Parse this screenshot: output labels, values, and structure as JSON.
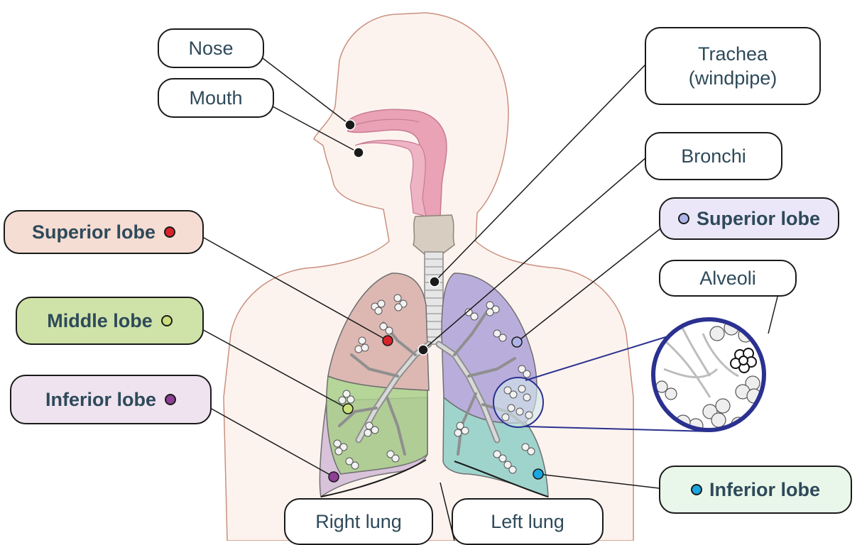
{
  "labels": {
    "nose": "Nose",
    "mouth": "Mouth",
    "trachea_line1": "Trachea",
    "trachea_line2": "(windpipe)",
    "bronchi": "Bronchi",
    "right_superior": "Superior lobe",
    "right_middle": "Middle lobe",
    "right_inferior": "Inferior lobe",
    "left_superior": "Superior lobe",
    "alveoli": "Alveoli",
    "left_inferior": "Inferior lobe",
    "right_lung": "Right lung",
    "left_lung": "Left lung"
  },
  "colors": {
    "text": "#2e4a5a",
    "right_superior_fill": "#f5ddd3",
    "right_superior_dot": "#d8232a",
    "right_middle_fill": "#cfe3a8",
    "right_middle_dot": "#c9e07a",
    "right_inferior_fill": "#efe3ef",
    "right_inferior_dot": "#8e3f95",
    "left_superior_fill": "#ebe7f8",
    "left_superior_dot": "#aeb3e8",
    "left_inferior_fill": "#e9f7ea",
    "left_inferior_dot": "#1aa6e0",
    "pointer_dot": "#1a1a1a",
    "magnifier_ring": "#2b3190"
  }
}
